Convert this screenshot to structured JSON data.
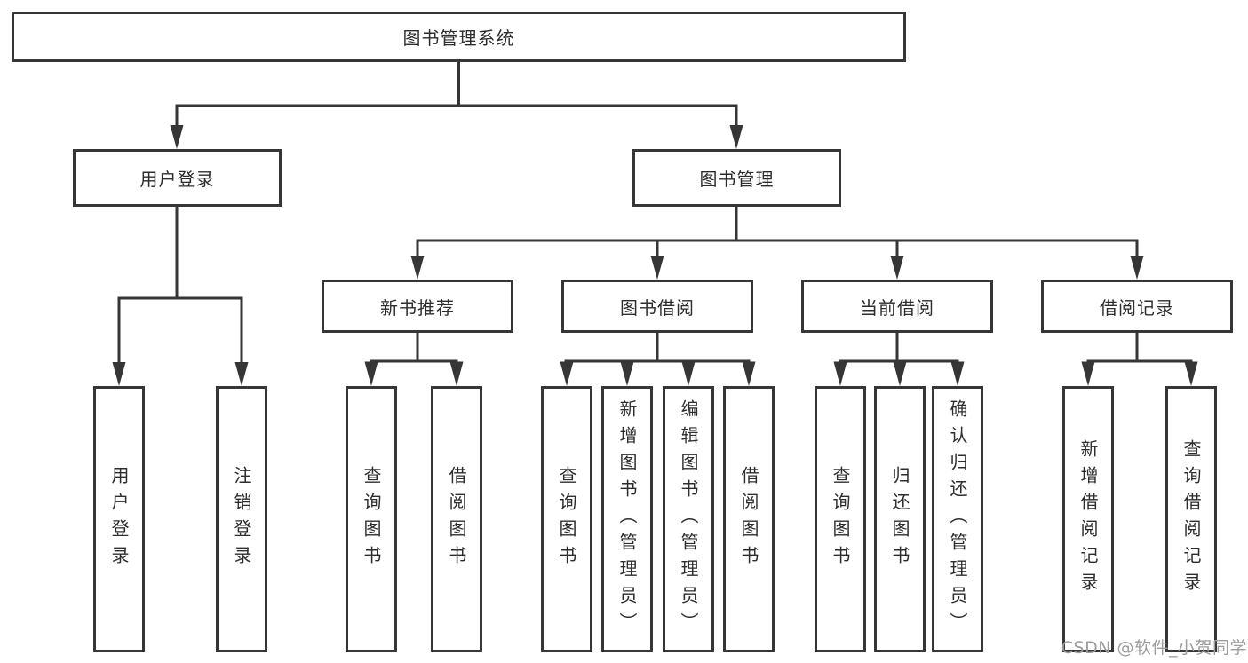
{
  "tree": {
    "label": "图书管理系统",
    "children": [
      {
        "label": "用户登录",
        "children": [
          {
            "label": "用户登录"
          },
          {
            "label": "注销登录"
          }
        ]
      },
      {
        "label": "图书管理",
        "children": [
          {
            "label": "新书推荐",
            "children": [
              {
                "label": "查询图书"
              },
              {
                "label": "借阅图书"
              }
            ]
          },
          {
            "label": "图书借阅",
            "children": [
              {
                "label": "查询图书"
              },
              {
                "label": "新增图书（管理员）"
              },
              {
                "label": "编辑图书（管理员）"
              },
              {
                "label": "借阅图书"
              }
            ]
          },
          {
            "label": "当前借阅",
            "children": [
              {
                "label": "查询图书"
              },
              {
                "label": "归还图书"
              },
              {
                "label": "确认归还（管理员）"
              }
            ]
          },
          {
            "label": "借阅记录",
            "children": [
              {
                "label": "新增借阅记录"
              },
              {
                "label": "查询借阅记录"
              }
            ]
          }
        ]
      }
    ]
  },
  "watermark": "CSDN @软件_小贺同学",
  "colors": {
    "line": "#363636",
    "text": "#2d2d2d",
    "watermark": "#9d9d9d",
    "background": "#ffffff"
  }
}
